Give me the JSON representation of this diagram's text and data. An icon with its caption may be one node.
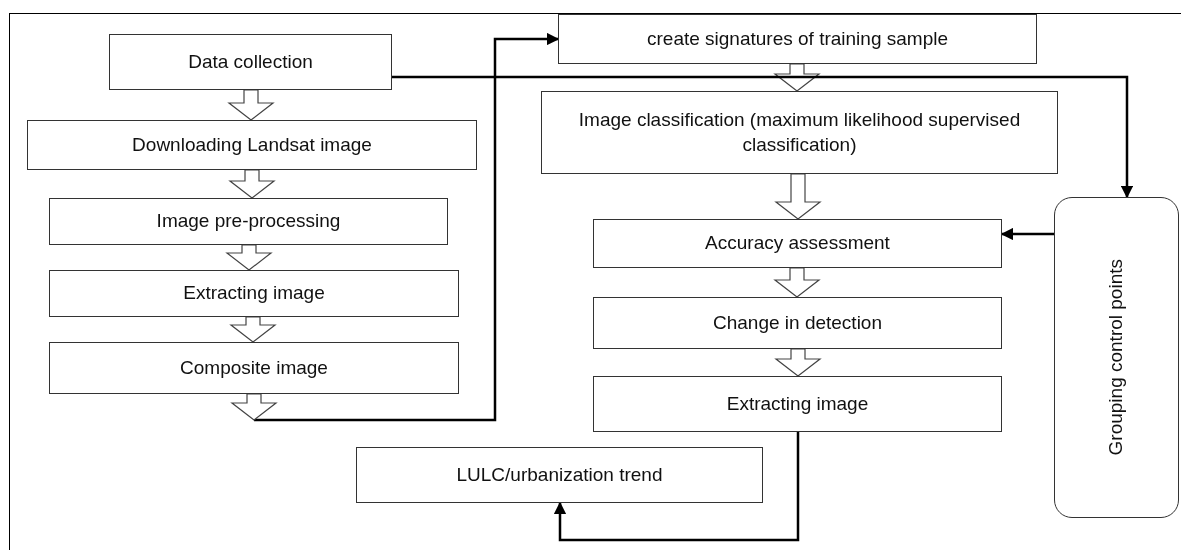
{
  "diagram": {
    "nodes": [
      {
        "text": [
          "Data collection"
        ]
      },
      {
        "text": [
          "Downloading Landsat image"
        ]
      },
      {
        "text": [
          "Image pre-processing"
        ]
      },
      {
        "text": [
          "Extracting image"
        ]
      },
      {
        "text": [
          "Composite image"
        ]
      },
      {
        "text": [
          "create signatures of training sample"
        ]
      },
      {
        "text": [
          "Image classification (maximum likelihood supervised classification)"
        ]
      },
      {
        "text": [
          "Accuracy assessment"
        ]
      },
      {
        "text": [
          "Change in detection"
        ]
      },
      {
        "text": [
          "Extracting image"
        ]
      },
      {
        "text": [
          "LULC/urbanization trend"
        ]
      },
      {
        "text": [
          "Grouping control points"
        ]
      }
    ],
    "edges": [
      {
        "from": 0,
        "to": 1,
        "arrow": "to"
      },
      {
        "from": 1,
        "to": 2,
        "arrow": "to"
      },
      {
        "from": 2,
        "to": 3,
        "arrow": "to"
      },
      {
        "from": 3,
        "to": 4,
        "arrow": "to"
      },
      {
        "from": 4,
        "to": 5,
        "arrow": "to"
      },
      {
        "from": 5,
        "to": 6,
        "arrow": "to"
      },
      {
        "from": 6,
        "to": 7,
        "arrow": "to"
      },
      {
        "from": 7,
        "to": 8,
        "arrow": "to"
      },
      {
        "from": 8,
        "to": 9,
        "arrow": "to"
      },
      {
        "from": 9,
        "to": 10,
        "arrow": "to"
      },
      {
        "from": 0,
        "to": 11,
        "arrow": "to"
      },
      {
        "from": 11,
        "to": 7,
        "arrow": "to"
      }
    ]
  }
}
